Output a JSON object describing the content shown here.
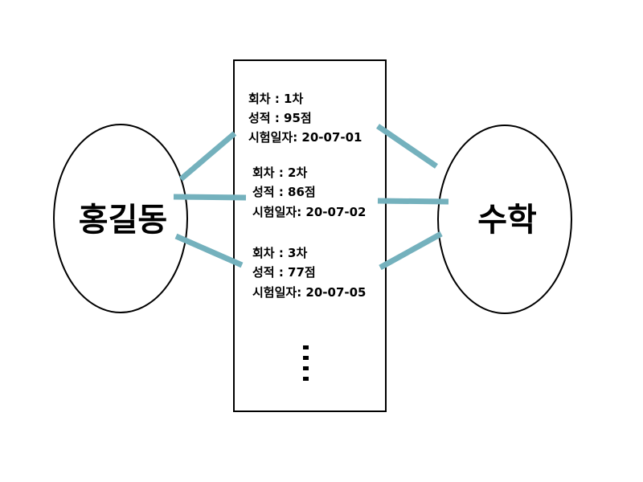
{
  "left_node": {
    "label": "홍길동"
  },
  "right_node": {
    "label": "수학"
  },
  "records": [
    {
      "round": "회차 : 1차",
      "score": "성적 : 95점",
      "date": "시험일자: 20-07-01"
    },
    {
      "round": "회차 : 2차",
      "score": "성적 : 86점",
      "date": "시험일자: 20-07-02"
    },
    {
      "round": "회차 : 3차",
      "score": "성적 : 77점",
      "date": "시험일자: 20-07-05"
    }
  ],
  "connector_color": "#74b1bd",
  "stroke_color": "#000000"
}
